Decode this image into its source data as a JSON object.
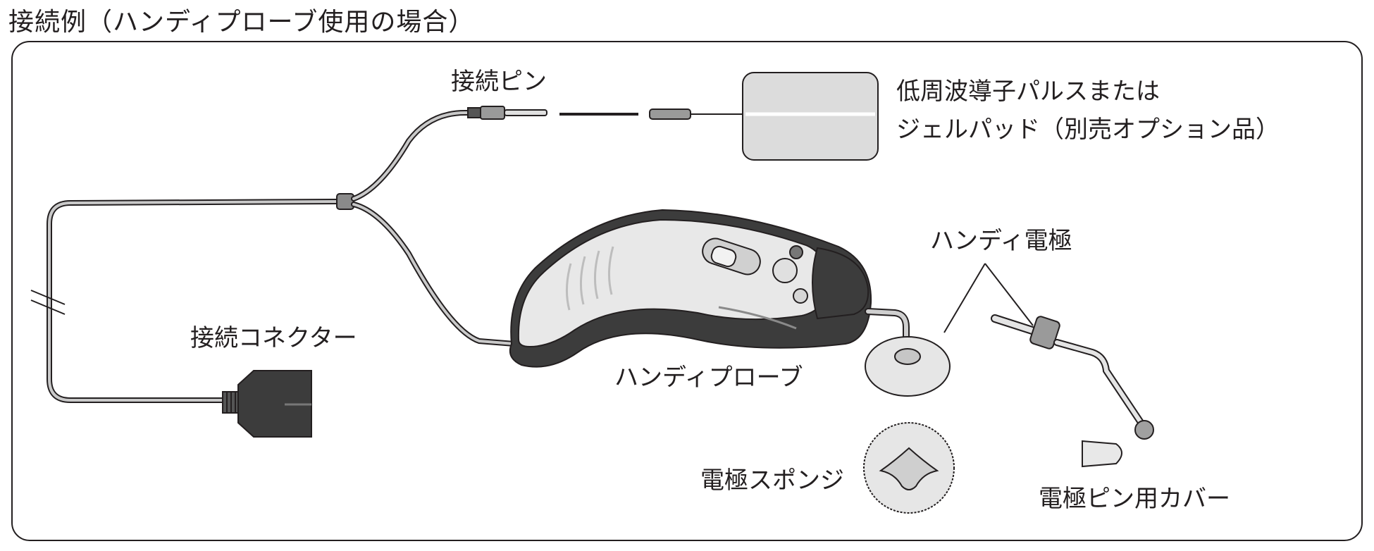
{
  "title": "接続例（ハンディプローブ使用の場合）",
  "labels": {
    "connection_pin": "接続ピン",
    "pad_line1": "低周波導子パルスまたは",
    "pad_line2": "ジェルパッド（別売オプション品）",
    "connector": "接続コネクター",
    "handy_probe": "ハンディプローブ",
    "handy_electrode": "ハンディ電極",
    "sponge": "電極スポンジ",
    "pin_cover": "電極ピン用カバー"
  },
  "colors": {
    "line": "#231f20",
    "cable": "#b9b9b9",
    "dark_part": "#3c3c3c",
    "pad_fill": "#dcdcdc",
    "probe_body": "#e8e8e8"
  }
}
